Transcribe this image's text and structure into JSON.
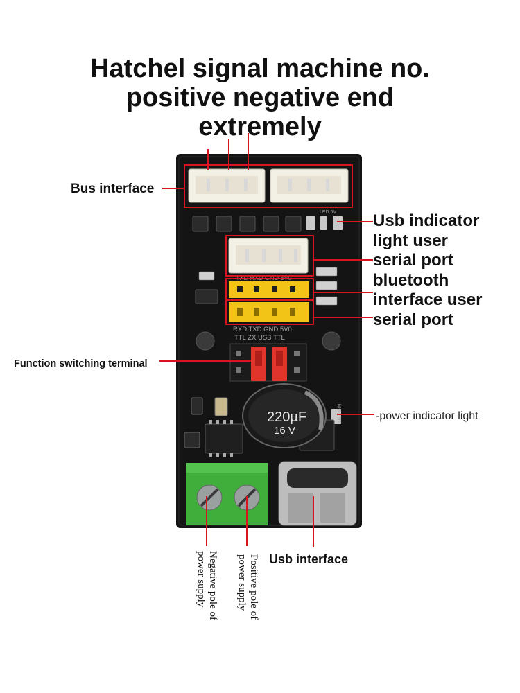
{
  "title": {
    "line1": "Hatchel signal machine no.",
    "line2": "positive negative end",
    "line3": "extremely"
  },
  "labels": {
    "bus_interface": "Bus interface",
    "usb_indicator_lines": [
      "Usb indicator",
      "light user",
      "serial port",
      "bluetooth",
      "interface user",
      "serial port"
    ],
    "function_switching": "Function switching terminal",
    "power_indicator": "-power indicator light",
    "usb_interface": "Usb interface",
    "negative_pole": [
      "Negative pole of",
      "power supply"
    ],
    "positive_pole": [
      "Positive pole of",
      "power supply"
    ]
  },
  "silkscreen": {
    "header_row": "TXD RXD GND 5V0",
    "pin_labels_1": "RXD TXD GND 5V0",
    "pin_labels_2": "TTL  ZX  USB TTL",
    "capacitor_value": "220µF",
    "capacitor_voltage": "16 V",
    "led_5v": "LED 5V",
    "led_vin": "LED VIN"
  },
  "colors": {
    "board": "#141414",
    "callout": "#d9141e",
    "header_yellow": "#f2c418",
    "terminal_green": "#3fae3a",
    "jumper_red": "#e0342c"
  }
}
